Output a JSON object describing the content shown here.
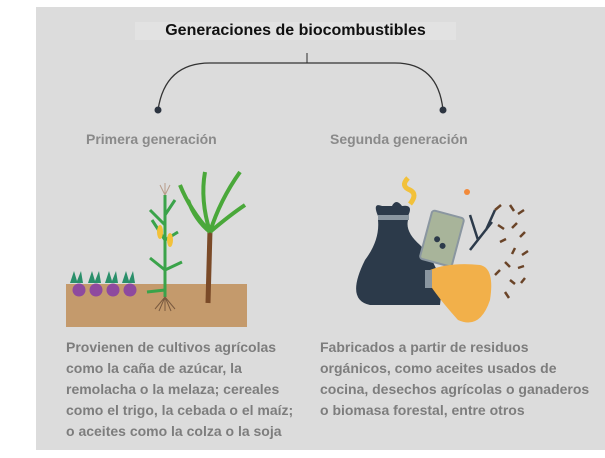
{
  "title": "Generaciones de biocombustibles",
  "generations": [
    {
      "label": "Primera generación",
      "description_lines": [
        "Provienen de cultivos agrícolas",
        "como la caña de azúcar, la",
        "remolacha o la melaza; cereales",
        "como el trigo, la cebada o el maíz;",
        "o aceites como la colza o la soja"
      ]
    },
    {
      "label": "Segunda generación",
      "description_lines": [
        "Fabricados a partir de residuos",
        "orgánicos, como aceites usados de",
        "cocina, desechos agrícolas o ganaderos",
        "o biomasa forestal, entre otros"
      ]
    }
  ],
  "colors": {
    "panel": "#dcdcdc",
    "soil": "#c49a6c",
    "beet": "#8e4a9e",
    "leaf": "#3aa34a",
    "bag": "#2c3a4a",
    "orange_bag": "#f2b04a"
  }
}
